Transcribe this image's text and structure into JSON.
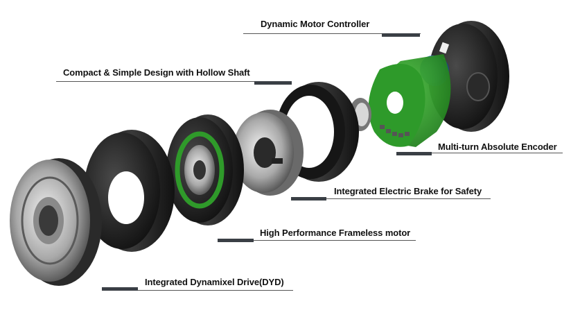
{
  "title": "Exploded view of actuator assembly",
  "callouts": [
    {
      "id": "controller",
      "text": "Dynamic Motor Controller"
    },
    {
      "id": "hollow-shaft",
      "text": "Compact & Simple Design with Hollow Shaft"
    },
    {
      "id": "encoder",
      "text": "Multi-turn Absolute Encoder"
    },
    {
      "id": "brake",
      "text": "Integrated Electric Brake for Safety"
    },
    {
      "id": "motor",
      "text": "High Performance Frameless motor"
    },
    {
      "id": "drive",
      "text": "Integrated Dynamixel Drive(DYD)"
    }
  ],
  "colors": {
    "pcb_green": "#2f9a2a",
    "encoder_magnet_blue": "#2f6fd6",
    "housing_black": "#1c1c1c",
    "metal_silver": "#b9b9b9",
    "callout_tab": "#3a3f45"
  }
}
